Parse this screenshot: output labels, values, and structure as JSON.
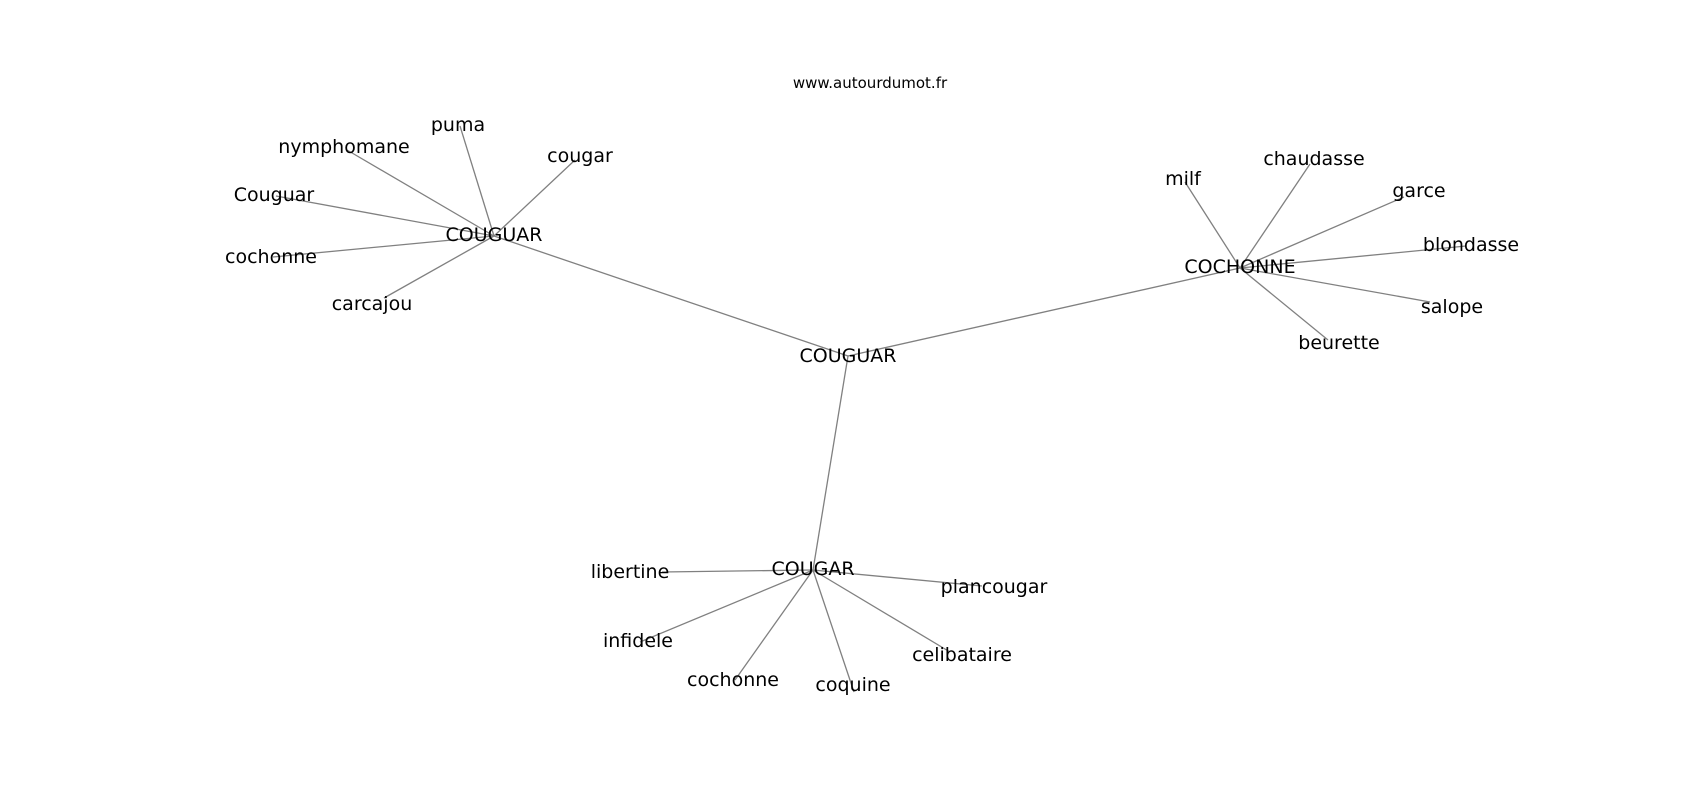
{
  "site_label": "www.autourdumot.fr",
  "nodes": [
    {
      "id": "root",
      "label": "COUGUAR"
    },
    {
      "id": "h1",
      "label": "COUGUAR"
    },
    {
      "id": "h2",
      "label": "COCHONNE"
    },
    {
      "id": "h3",
      "label": "COUGAR"
    },
    {
      "id": "h1_puma",
      "label": "puma"
    },
    {
      "id": "h1_nymphomane",
      "label": "nymphomane"
    },
    {
      "id": "h1_cougar",
      "label": "cougar"
    },
    {
      "id": "h1_Couguar",
      "label": "Couguar"
    },
    {
      "id": "h1_cochonne",
      "label": "cochonne"
    },
    {
      "id": "h1_carcajou",
      "label": "carcajou"
    },
    {
      "id": "h2_milf",
      "label": "milf"
    },
    {
      "id": "h2_chaudasse",
      "label": "chaudasse"
    },
    {
      "id": "h2_garce",
      "label": "garce"
    },
    {
      "id": "h2_blondasse",
      "label": "blondasse"
    },
    {
      "id": "h2_salope",
      "label": "salope"
    },
    {
      "id": "h2_beurette",
      "label": "beurette"
    },
    {
      "id": "h3_libertine",
      "label": "libertine"
    },
    {
      "id": "h3_plancougar",
      "label": "plancougar"
    },
    {
      "id": "h3_infidele",
      "label": "infidele"
    },
    {
      "id": "h3_celibataire",
      "label": "celibataire"
    },
    {
      "id": "h3_cochonne",
      "label": "cochonne"
    },
    {
      "id": "h3_coquine",
      "label": "coquine"
    }
  ],
  "edges": [
    [
      "root",
      "h1"
    ],
    [
      "root",
      "h2"
    ],
    [
      "root",
      "h3"
    ],
    [
      "h1",
      "h1_puma"
    ],
    [
      "h1",
      "h1_nymphomane"
    ],
    [
      "h1",
      "h1_cougar"
    ],
    [
      "h1",
      "h1_Couguar"
    ],
    [
      "h1",
      "h1_cochonne"
    ],
    [
      "h1",
      "h1_carcajou"
    ],
    [
      "h2",
      "h2_milf"
    ],
    [
      "h2",
      "h2_chaudasse"
    ],
    [
      "h2",
      "h2_garce"
    ],
    [
      "h2",
      "h2_blondasse"
    ],
    [
      "h2",
      "h2_salope"
    ],
    [
      "h2",
      "h2_beurette"
    ],
    [
      "h3",
      "h3_libertine"
    ],
    [
      "h3",
      "h3_plancougar"
    ],
    [
      "h3",
      "h3_infidele"
    ],
    [
      "h3",
      "h3_celibataire"
    ],
    [
      "h3",
      "h3_cochonne"
    ],
    [
      "h3",
      "h3_coquine"
    ]
  ]
}
